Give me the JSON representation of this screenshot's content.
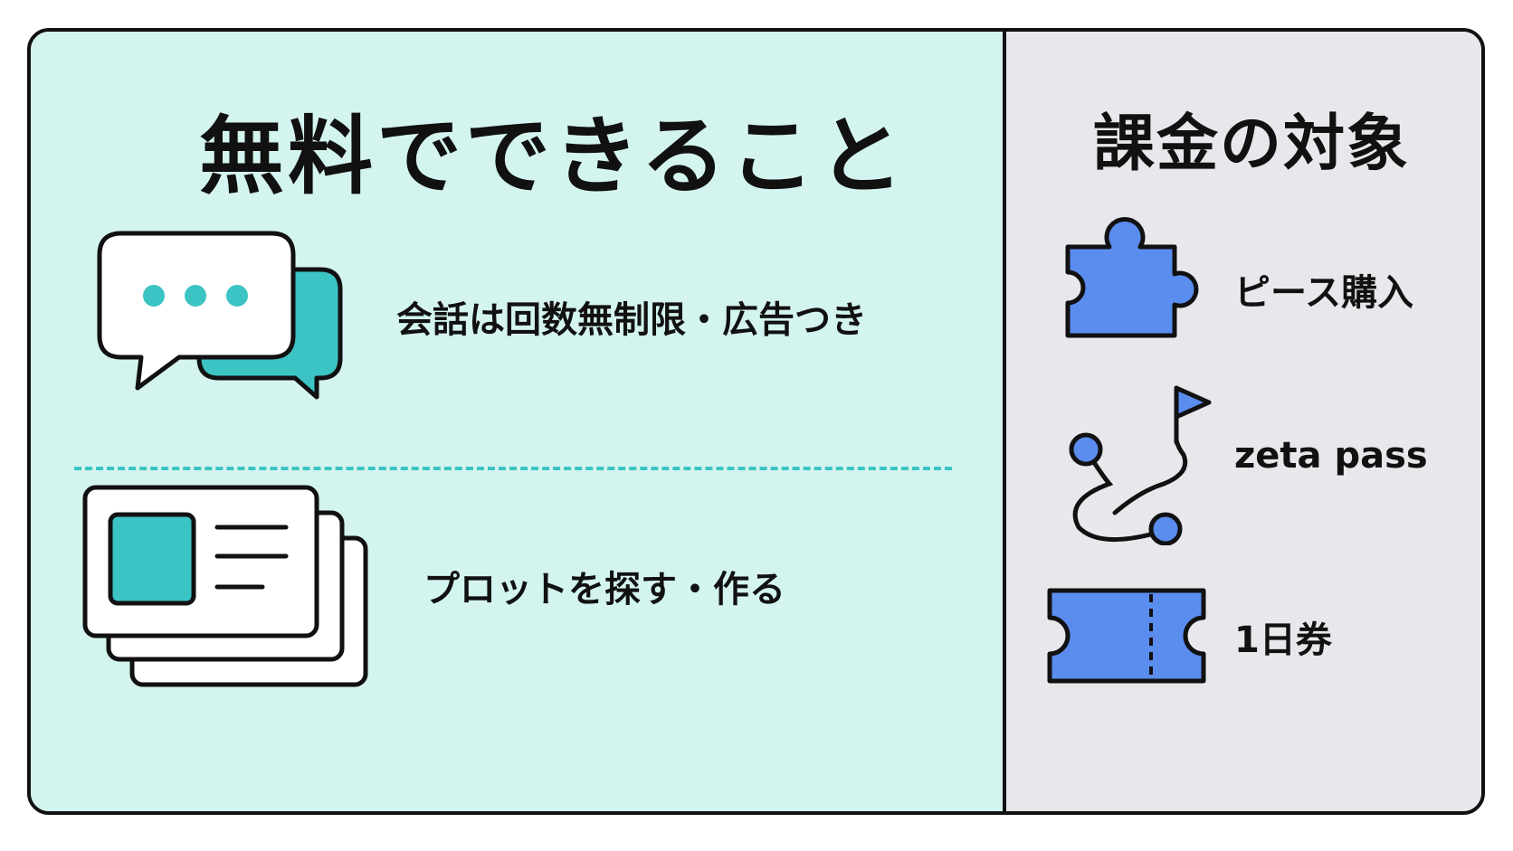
{
  "free": {
    "title": "無料でできること",
    "items": [
      {
        "icon": "chat-bubbles-icon",
        "label": "会話は回数無制限・広告つき"
      },
      {
        "icon": "plot-cards-icon",
        "label": "プロットを探す・作る"
      }
    ]
  },
  "paid": {
    "title": "課金の対象",
    "items": [
      {
        "icon": "puzzle-piece-icon",
        "label": "ピース購入"
      },
      {
        "icon": "route-flag-icon",
        "label": "zeta pass"
      },
      {
        "icon": "ticket-icon",
        "label": "1日券"
      }
    ]
  },
  "colors": {
    "free_bg": "#d4f4ef",
    "paid_bg": "#e8e8ec",
    "teal_accent": "#3cc4c4",
    "blue_accent": "#5b8def",
    "outline": "#111111"
  }
}
